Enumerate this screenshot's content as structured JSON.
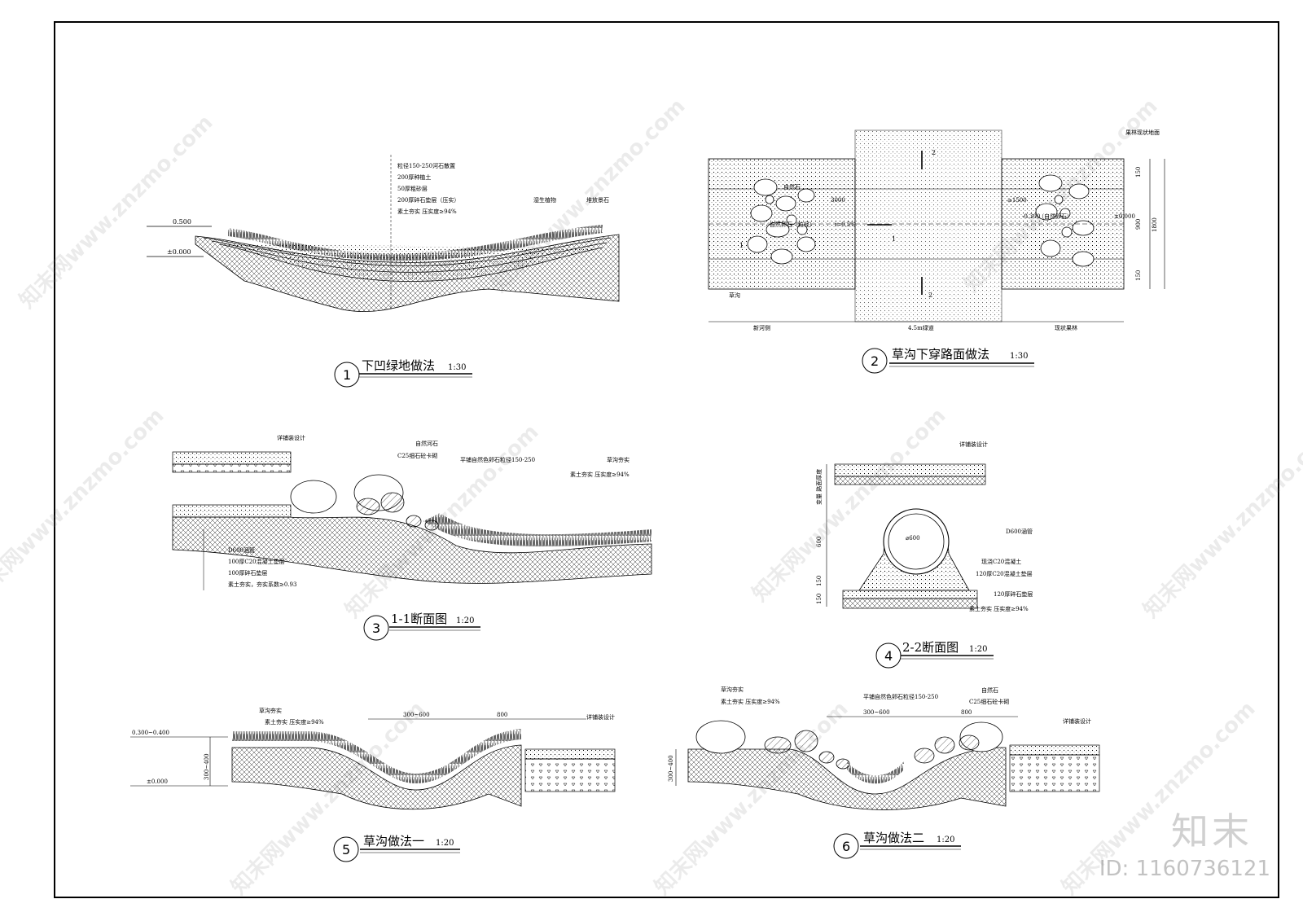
{
  "sheet": {
    "watermark_logo": "知末",
    "watermark_id": "ID: 1160736121",
    "watermark_url": "知末网www.znzmo.com"
  },
  "detail1": {
    "number": "1",
    "title": "下凹绿地做法",
    "scale": "1:30",
    "elev_top": "0.500",
    "elev_base": "±0.000",
    "notes": [
      "粒径150-250河石散置",
      "200厚种植土",
      "50厚粗砂层",
      "200厚碎石垫层（压实）",
      "素土夯实 压实度≥94%"
    ],
    "label_plants": "湿生植物",
    "label_rocks": "堆放景石"
  },
  "detail2": {
    "number": "2",
    "title": "草沟下穿路面做法",
    "scale": "1:30",
    "label_stone": "自然石",
    "label_nat_stone_left": "自然卵石（粒径）",
    "label_nat_stone_right": "（自然卵石）",
    "label_grass_ditch": "草沟",
    "dim_3000": "3000",
    "dim_1500": "≥1500",
    "slope": "i=0.5%",
    "elev_left": "-0.300",
    "elev_right": "-0.300",
    "elev_right2": "±0.000",
    "label_top_right": "果林现状地面",
    "dims_right": [
      "150",
      "900",
      "1800",
      "150"
    ],
    "section_marks": [
      "1",
      "1",
      "2",
      "2"
    ],
    "bottom_left": "新河侧",
    "bottom_mid": "4.5m绿道",
    "bottom_right": "现状果林"
  },
  "detail3": {
    "number": "3",
    "title": "1-1断面图",
    "scale": "1:20",
    "label_paving": "详铺装设计",
    "label_river_stone": "自然河石",
    "label_mortar": "C25细石砼卡砌",
    "label_pebble": "平铺自然色卵石粒径150-250",
    "label_ditch_top": "草沟夯实",
    "label_ditch_soil": "素土夯实 压实度≥94%",
    "notes": [
      "D600涵管",
      "100厚C20混凝土垫层",
      "100厚碎石垫层",
      "素土夯实，夯实系数≥0.93"
    ]
  },
  "detail4": {
    "number": "4",
    "title": "2-2断面图",
    "scale": "1:20",
    "label_paving": "详铺装设计",
    "pipe_dia": "⌀600",
    "label_pipe": "D600涵管",
    "label_concrete": "现浇C20混凝土",
    "label_c20": "120厚C20混凝土垫层",
    "label_gravel": "120厚碎石垫层",
    "label_soil": "素土夯实 压实度≥94%",
    "dim_left_top": "变量 路面厚度",
    "dim_600": "600",
    "dim_150a": "150",
    "dim_150b": "150"
  },
  "detail5": {
    "number": "5",
    "title": "草沟做法一",
    "scale": "1:20",
    "label_ditch": "草沟夯实",
    "label_soil": "素土夯实 压实度≥94%",
    "dim_width": "300~600",
    "dim_800": "800",
    "label_paving": "详铺装设计",
    "elev_top": "0.300~0.400",
    "elev_base": "±0.000",
    "dim_depth": "300~400"
  },
  "detail6": {
    "number": "6",
    "title": "草沟做法二",
    "scale": "1:20",
    "label_ditch": "草沟夯实",
    "label_soil": "素土夯实 压实度≥94%",
    "label_pebble": "平铺自然色卵石粒径150-250",
    "label_stone": "自然石",
    "label_mortar": "C25细石砼卡砌",
    "dim_width": "300~600",
    "dim_800": "800",
    "label_paving": "详铺装设计",
    "dim_depth": "300~400"
  }
}
